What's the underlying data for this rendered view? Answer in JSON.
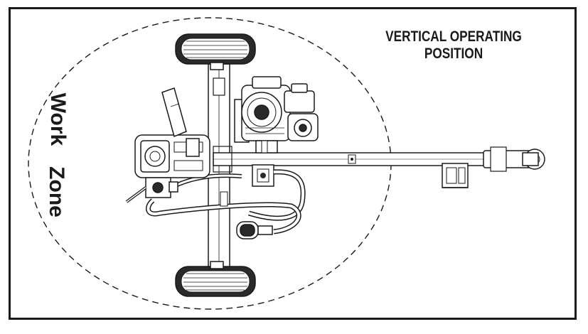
{
  "diagram": {
    "title_line1": "VERTICAL OPERATING",
    "title_line2": "POSITION",
    "zone_word1": "Work",
    "zone_word2": "Zone",
    "colors": {
      "line": "#1a1a1a",
      "background": "#ffffff",
      "tire": "#2a2a2a"
    }
  }
}
